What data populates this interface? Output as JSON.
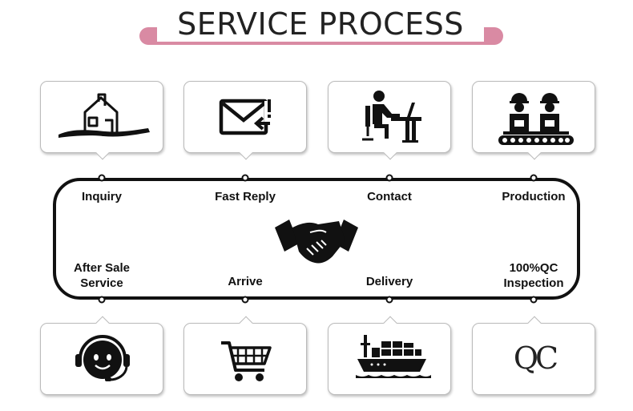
{
  "title": "SERVICE PROCESS",
  "colors": {
    "accent": "#d98aa3",
    "stroke": "#111111",
    "box_border": "#bbbbbb"
  },
  "top_steps": [
    {
      "label": "Inquiry",
      "icon": "house-icon"
    },
    {
      "label": "Fast Reply",
      "icon": "mail-reply-icon"
    },
    {
      "label": "Contact",
      "icon": "desk-worker-icon"
    },
    {
      "label": "Production",
      "icon": "factory-workers-icon"
    }
  ],
  "bottom_steps": [
    {
      "label_line1": "After Sale",
      "label_line2": "Service",
      "icon": "headset-support-icon"
    },
    {
      "label_line1": "Arrive",
      "label_line2": "",
      "icon": "shopping-cart-icon"
    },
    {
      "label_line1": "Delivery",
      "label_line2": "",
      "icon": "cargo-ship-icon"
    },
    {
      "label_line1": "100%QC",
      "label_line2": "Inspection",
      "icon": "qc-icon",
      "icon_text": "QC"
    }
  ],
  "center_icon": "handshake-icon"
}
